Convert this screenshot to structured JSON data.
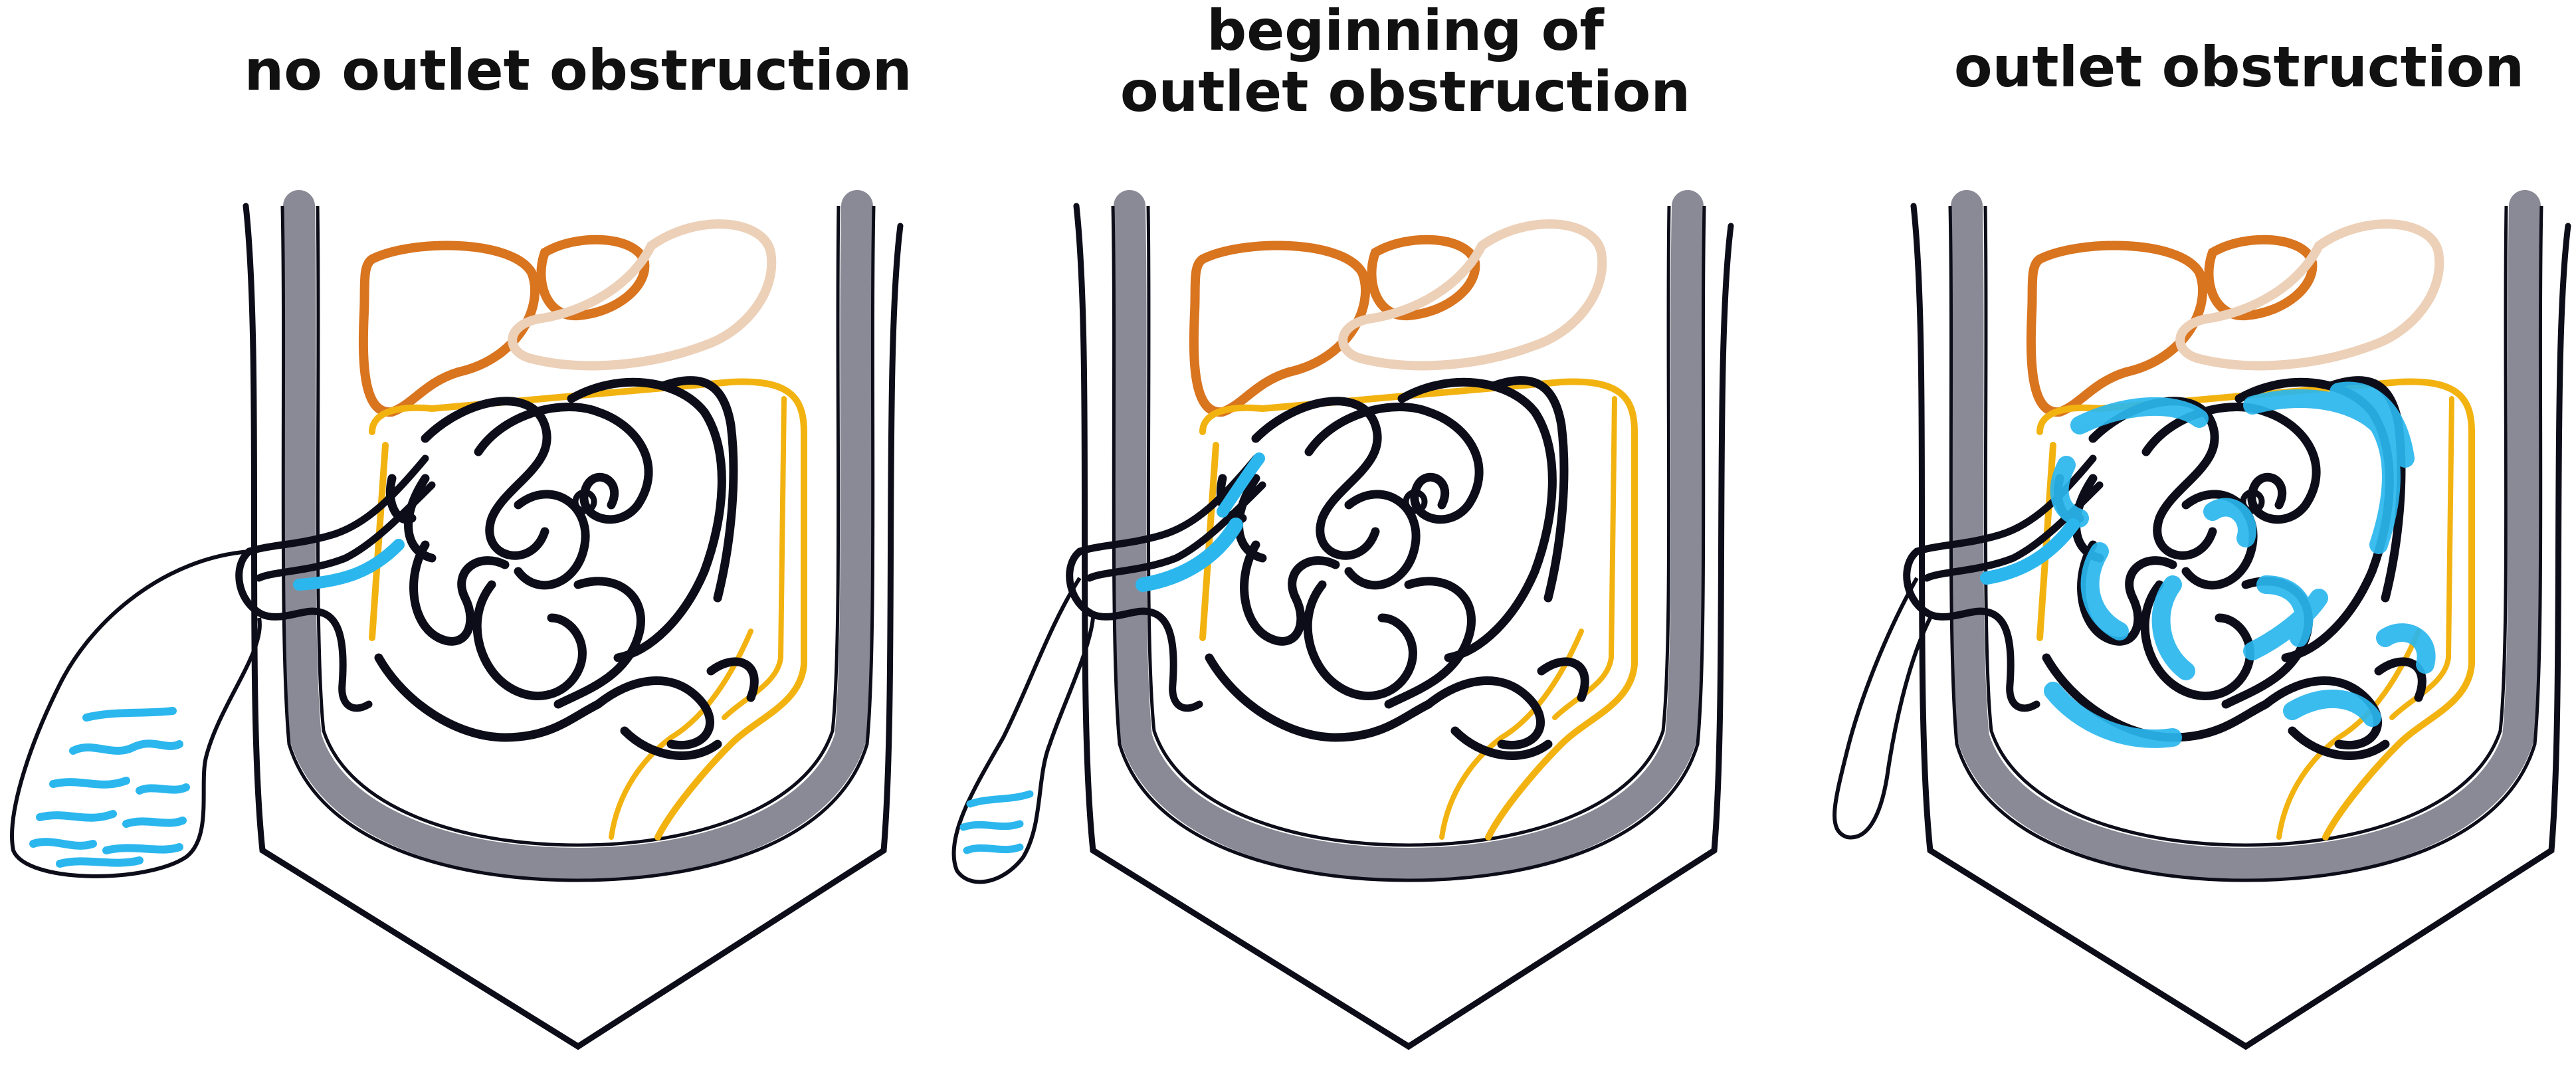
{
  "panels": [
    {
      "title_lines": [
        "no outlet obstruction"
      ]
    },
    {
      "title_lines": [
        "beginning of",
        "outlet obstruction"
      ]
    },
    {
      "title_lines": [
        "outlet obstruction"
      ]
    }
  ],
  "colors": {
    "outline": "#0d0d1a",
    "abdominal_wall": "#8a8a96",
    "liver": "#d9741f",
    "stomach": "#ecd0b8",
    "colon": "#f2b311",
    "fluid": "#2bb7ee",
    "loop_fill": "#ffffff"
  }
}
